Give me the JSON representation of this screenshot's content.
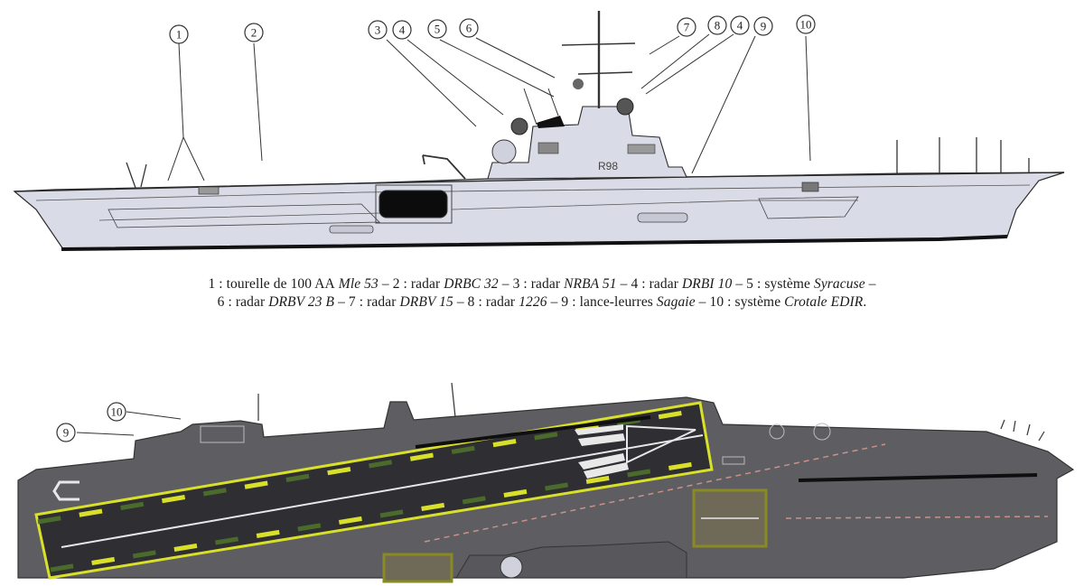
{
  "profile": {
    "hull_number": "R98"
  },
  "callouts_top": [
    "1",
    "2",
    "3",
    "4",
    "5",
    "6",
    "7",
    "8",
    "4",
    "9",
    "10"
  ],
  "callouts_bottom": [
    "10",
    "9"
  ],
  "caption": {
    "line1": [
      {
        "text": "1 : tourelle de 100 ",
        "italic": false
      },
      {
        "text": "AA",
        "italic": false
      },
      {
        "text": " Mle 53",
        "italic": true
      },
      {
        "text": " – 2 : radar ",
        "italic": false
      },
      {
        "text": "DRBC 32",
        "italic": true
      },
      {
        "text": " – 3 : radar ",
        "italic": false
      },
      {
        "text": "NRBA 51",
        "italic": true
      },
      {
        "text": " – 4 : radar ",
        "italic": false
      },
      {
        "text": "DRBI 10",
        "italic": true
      },
      {
        "text": " – 5 : système ",
        "italic": false
      },
      {
        "text": "Syracuse",
        "italic": true
      },
      {
        "text": " –",
        "italic": false
      }
    ],
    "line2": [
      {
        "text": "6 : radar ",
        "italic": false
      },
      {
        "text": "DRBV 23 B",
        "italic": true
      },
      {
        "text": " – 7 : radar ",
        "italic": false
      },
      {
        "text": "DRBV 15",
        "italic": true
      },
      {
        "text": " – 8 : radar ",
        "italic": false
      },
      {
        "text": "1226",
        "italic": true
      },
      {
        "text": " – 9 : lance-leurres ",
        "italic": false
      },
      {
        "text": "Sagaie",
        "italic": true
      },
      {
        "text": " – 10 : système ",
        "italic": false
      },
      {
        "text": "Crotale EDIR",
        "italic": true
      },
      {
        "text": ".",
        "italic": false
      }
    ]
  },
  "colors": {
    "hull_profile": "#d9dbe6",
    "hull_outline": "#2a2a2a",
    "waterline": "#111111",
    "deck_grey": "#5e5e62",
    "runway_dark": "#2e2e33",
    "runway_yellow": "#d9e02a",
    "runway_green": "#4a6b2c",
    "elevator_fill": "#6f6a58",
    "elevator_border": "#8a8a22"
  }
}
